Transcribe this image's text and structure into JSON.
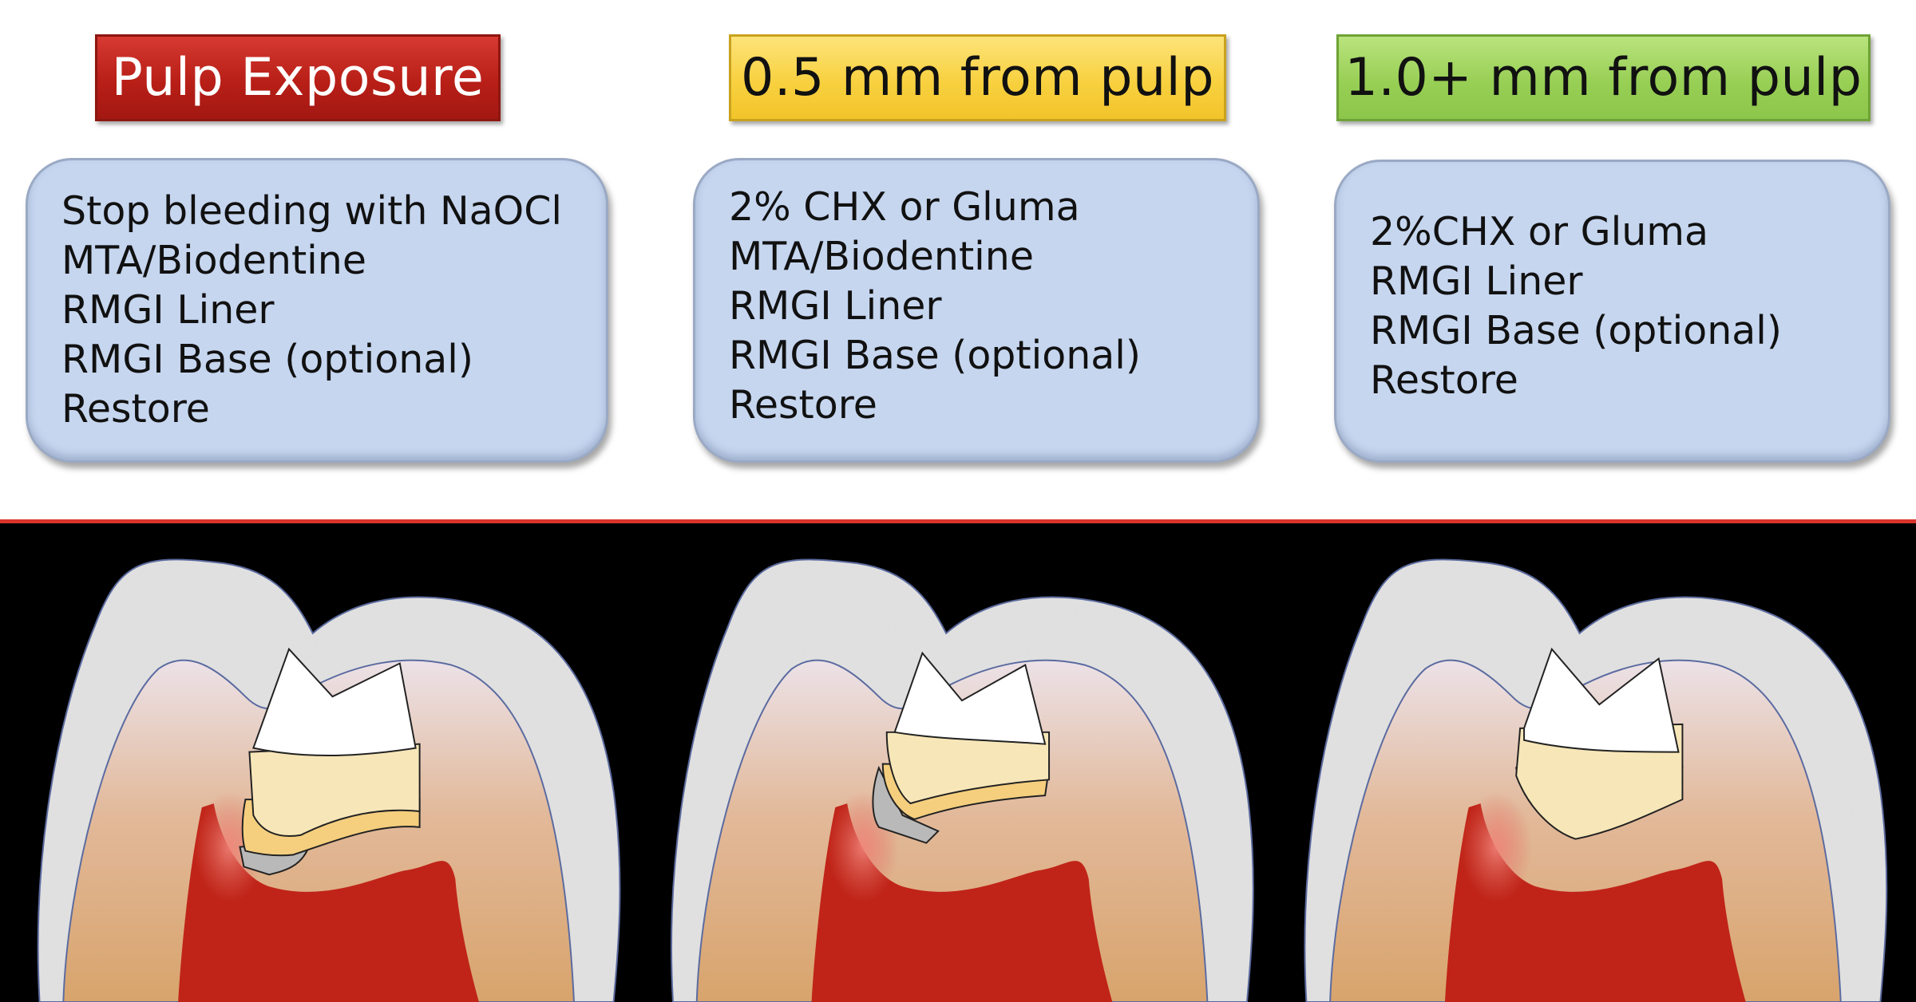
{
  "columns": [
    {
      "title": "Pulp Exposure",
      "color": "#b81f17",
      "steps": [
        "Stop bleeding with NaOCl",
        "MTA/Biodentine",
        "RMGI Liner",
        "RMGI Base (optional)",
        "Restore"
      ]
    },
    {
      "title": "0.5 mm from pulp",
      "color": "#f8d140",
      "steps": [
        "2% CHX or Gluma",
        "MTA/Biodentine",
        "RMGI Liner",
        "RMGI Base (optional)",
        "Restore"
      ]
    },
    {
      "title": "1.0+ mm from pulp",
      "color": "#98cf55",
      "steps": [
        "2%CHX or Gluma",
        "RMGI Liner",
        "RMGI Base (optional)",
        "Restore"
      ]
    }
  ],
  "colors": {
    "enamel": "#e4e4e4",
    "dentin_top": "#ece2e8",
    "dentin_bottom": "#d8a46c",
    "pulp": "#c02418",
    "restoration": "#ffffff",
    "base": "#f7e6b8",
    "liner": "#f5cf7e",
    "mta": "#b9b9b9",
    "panel_bg": "#000000",
    "divider": "#d8342b"
  }
}
